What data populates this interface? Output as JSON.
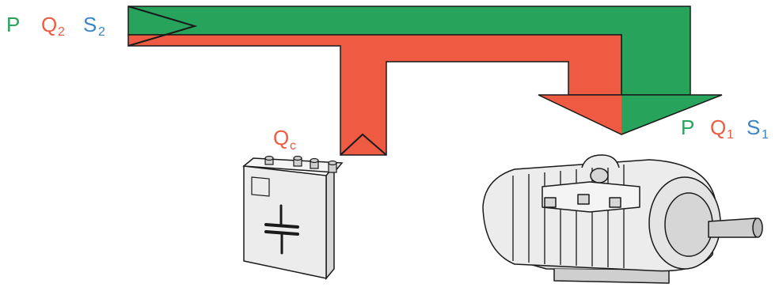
{
  "colors": {
    "active_power": "#27a35c",
    "reactive_power": "#ef5a43",
    "apparent_power": "#3a86c8",
    "outline": "#1a1a1a",
    "equipment_fill": "#ececec",
    "equipment_shade": "#d6d6d6"
  },
  "source_labels": {
    "p": "P",
    "q": "Q",
    "q_sub": "2",
    "s": "S",
    "s_sub": "2"
  },
  "load_labels": {
    "p": "P",
    "q": "Q",
    "q_sub": "1",
    "s": "S",
    "s_sub": "1"
  },
  "capacitor_label": {
    "q": "Q",
    "q_sub": "c"
  },
  "icons": {
    "capacitor": "capacitor-icon",
    "motor": "electric-motor-icon"
  }
}
